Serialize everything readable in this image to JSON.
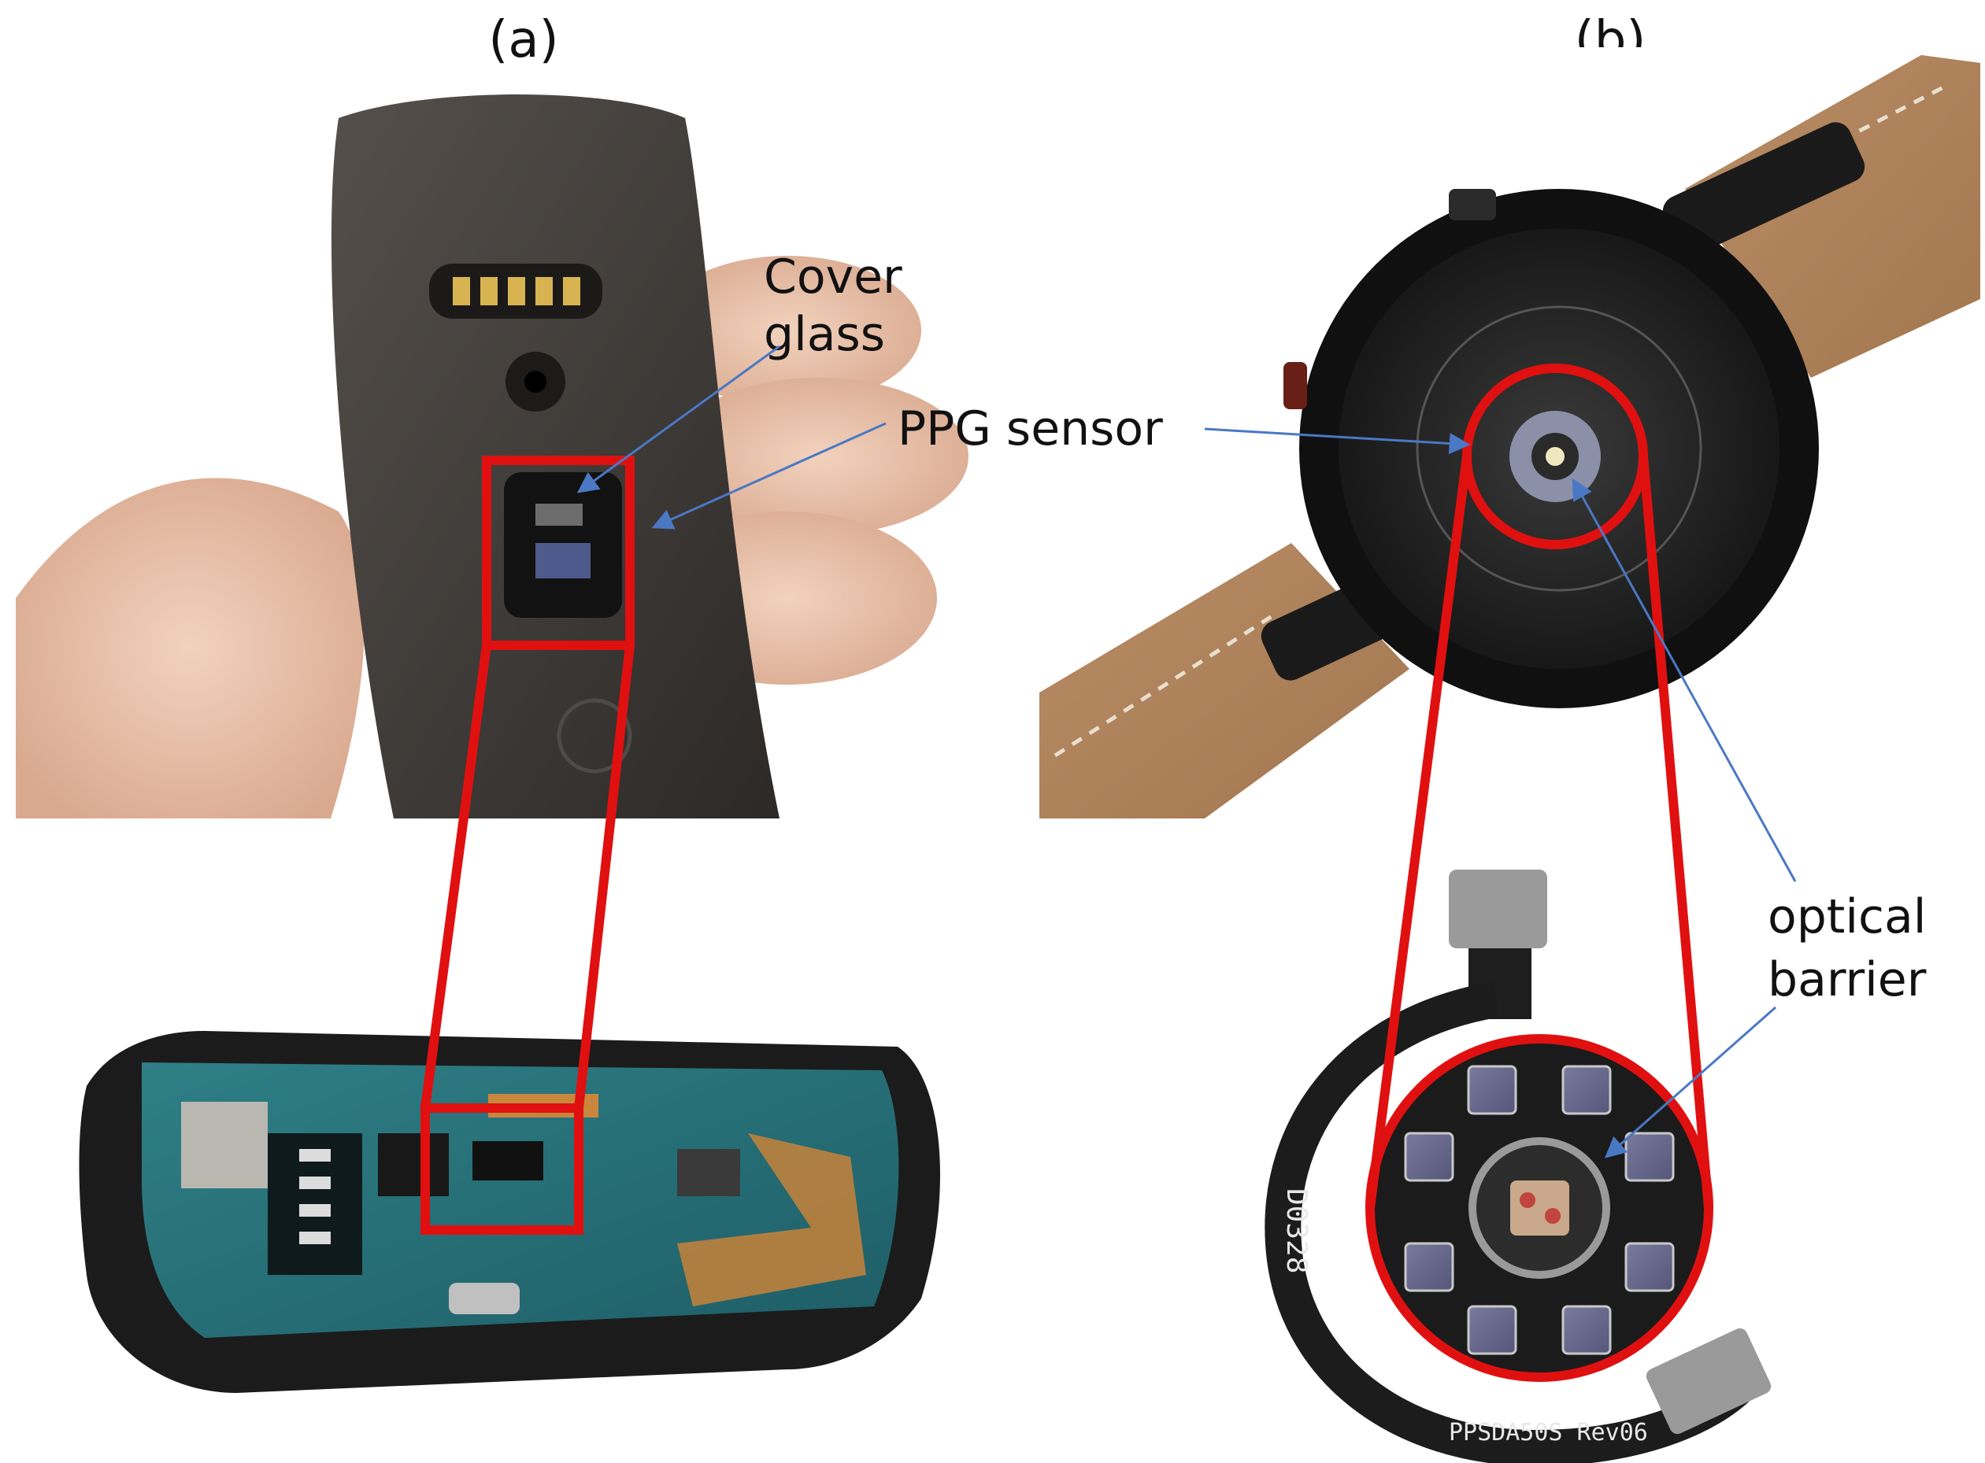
{
  "panels": {
    "a": {
      "label": "(a)"
    },
    "b": {
      "label": "(b)"
    }
  },
  "annotations": {
    "cover_glass_line1": "Cover",
    "cover_glass_line2": "glass",
    "ppg_sensor": "PPG sensor",
    "optical_barrier_line1": "optical",
    "optical_barrier_line2": "barrier"
  },
  "colors": {
    "highlight": "#e01010",
    "arrow": "#4a78c4"
  },
  "icons": {
    "callout_arrow": "arrow-icon"
  }
}
